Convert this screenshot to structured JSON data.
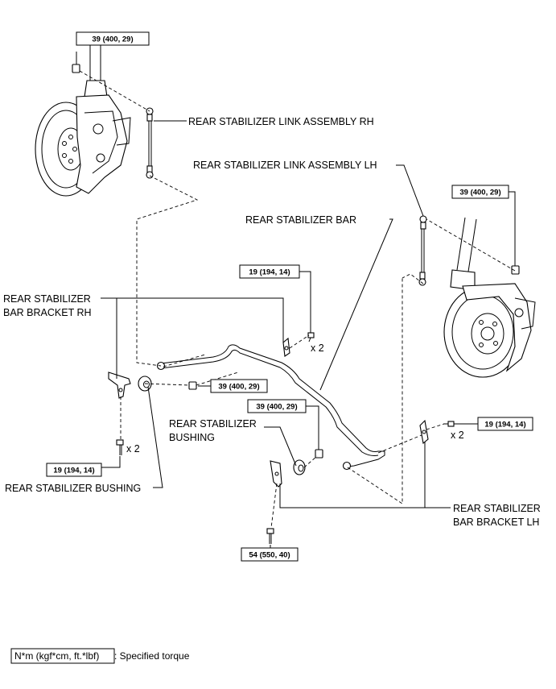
{
  "labels": {
    "link_rh": "REAR STABILIZER LINK ASSEMBLY RH",
    "link_lh": "REAR STABILIZER LINK ASSEMBLY LH",
    "bar": "REAR STABILIZER BAR",
    "bracket_rh_1": "REAR STABILIZER",
    "bracket_rh_2": "BAR BRACKET RH",
    "bushing_mid_1": "REAR STABILIZER",
    "bushing_mid_2": "BUSHING",
    "bushing_rh": "REAR STABILIZER BUSHING",
    "bracket_lh_1": "REAR STABILIZER",
    "bracket_lh_2": "BAR BRACKET LH"
  },
  "torques": {
    "t_top_left": "39 (400, 29)",
    "t_top_right": "39 (400, 29)",
    "t_bracket_rh_top": "19 (194, 14)",
    "t_bar_nut": "39 (400, 29)",
    "t_bushing_nut": "39 (400, 29)",
    "t_bracket_lh": "19 (194, 14)",
    "t_bracket_rh_bottom": "19 (194, 14)",
    "t_bottom": "54 (550, 40)"
  },
  "multipliers": {
    "m1": "x 2",
    "m2": "x 2",
    "m3": "x 2"
  },
  "legend": {
    "box_text": "N*m (kgf*cm, ft.*lbf)",
    "desc": ": Specified torque"
  }
}
